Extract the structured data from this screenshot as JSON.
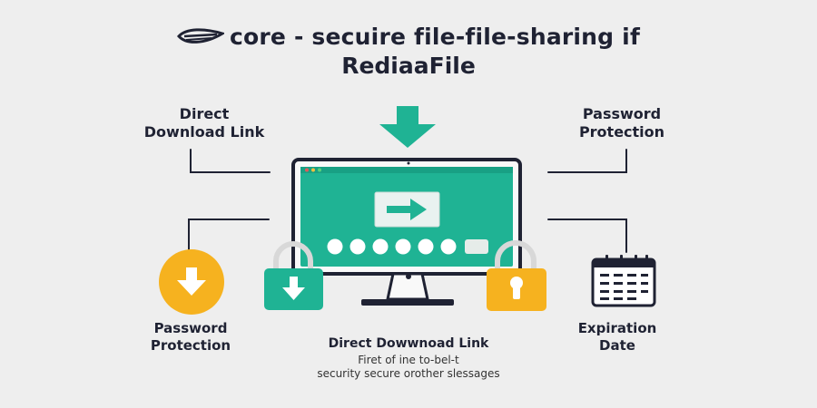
{
  "title": {
    "line1": "core - secuire  file-file-sharing  if",
    "line2": "RediaaFile"
  },
  "labels": {
    "top_left": [
      "Direct",
      "Download Link"
    ],
    "top_right": [
      "Password",
      "Protection"
    ],
    "bottom_left": [
      "Password",
      "Protection"
    ],
    "bottom_right": [
      "Expiration",
      "Date"
    ]
  },
  "caption": {
    "heading": "Direct Dowwnoad Link",
    "line1": "Firet of ine to-bel-t",
    "line2": "security secure orother slessages"
  },
  "icons": {
    "logo": "feather-logo-icon",
    "top_arrow": "download-arrow-icon",
    "screen_arrow": "arrow-right-icon",
    "left_badge": "download-circle-icon",
    "left_lock": "padlock-download-icon",
    "right_lock": "padlock-keyhole-icon",
    "calendar": "calendar-icon"
  },
  "colors": {
    "teal": "#1fb394",
    "dark": "#1f2233",
    "yellow": "#f6b21f",
    "background": "#eeeeee"
  }
}
